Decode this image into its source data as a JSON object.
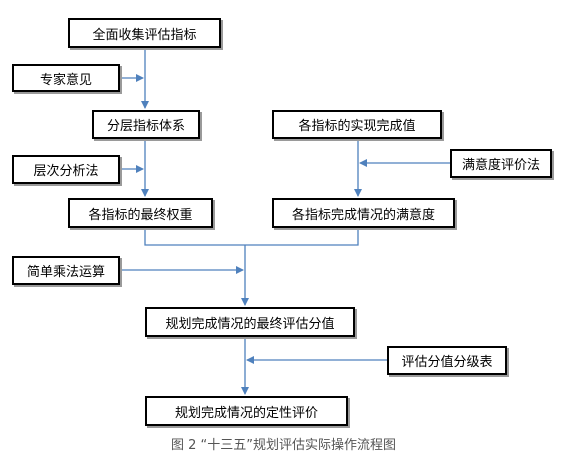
{
  "nodes": {
    "collect": "全面收集评估指标",
    "expert": "专家意见",
    "layered": "分层指标体系",
    "achieve": "各指标的实现完成值",
    "ahp": "层次分析法",
    "satisfaction_method": "满意度评价法",
    "final_weight": "各指标的最终权重",
    "satisfaction": "各指标完成情况的满意度",
    "multiply": "简单乘法运算",
    "final_score": "规划完成情况的最终评估分值",
    "grading": "评估分值分级表",
    "qualitative": "规划完成情况的定性评价"
  },
  "caption": "图  2  “十三五”规划评估实际操作流程图",
  "colors": {
    "arrow": "#4f81bd",
    "border": "#000000",
    "shadow": "#9a9a9a",
    "caption": "#555555"
  }
}
